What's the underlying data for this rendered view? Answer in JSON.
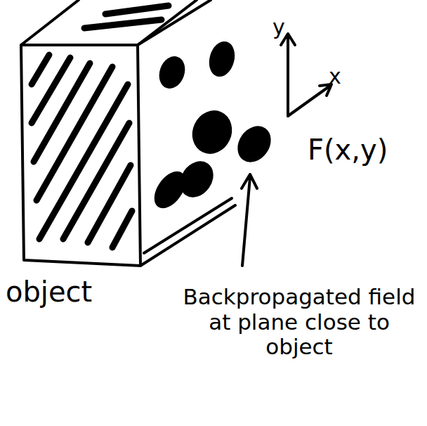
{
  "diagram": {
    "labels": [
      "y",
      "x",
      "F(x,y)",
      "object",
      "Backpropagated field at plane close to object"
    ]
  }
}
